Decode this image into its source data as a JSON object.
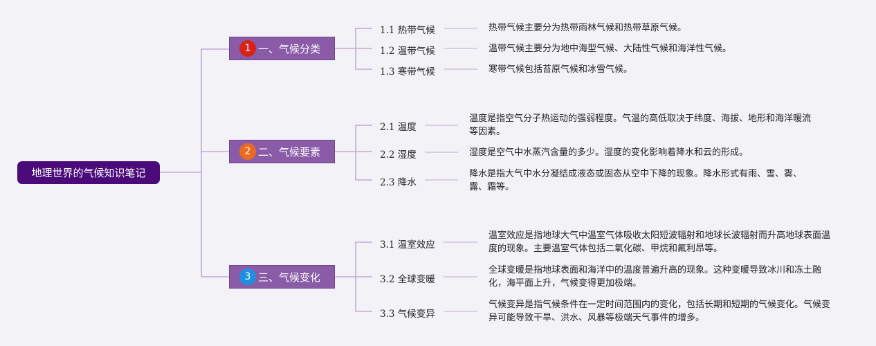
{
  "root": {
    "label": "地理世界的气候知识笔记"
  },
  "branches": [
    {
      "number": "1",
      "badge_color": "#d8231c",
      "label": "一、气候分类",
      "subs": [
        {
          "label": "1.1 热带气候",
          "desc": "热带气候主要分为热带雨林气候和热带草原气候。"
        },
        {
          "label": "1.2 温带气候",
          "desc": "温带气候主要分为地中海型气候、大陆性气候和海洋性气候。"
        },
        {
          "label": "1.3 寒带气候",
          "desc": "寒带气候包括苔原气候和冰雪气候。"
        }
      ]
    },
    {
      "number": "2",
      "badge_color": "#ec6a1f",
      "label": "二、气候要素",
      "subs": [
        {
          "label": "2.1 温度",
          "desc": "温度是指空气分子热运动的强弱程度。气温的高低取决于纬度、海拔、地形和海洋暖流等因素。"
        },
        {
          "label": "2.2 湿度",
          "desc": "湿度是空气中水蒸汽含量的多少。湿度的变化影响着降水和云的形成。"
        },
        {
          "label": "2.3 降水",
          "desc": "降水是指大气中水分凝结成液态或固态从空中下降的现象。降水形式有雨、雪、雾、露、霜等。"
        }
      ]
    },
    {
      "number": "3",
      "badge_color": "#1e90e0",
      "label": "三、气候变化",
      "subs": [
        {
          "label": "3.1 温室效应",
          "desc": "温室效应是指地球大气中温室气体吸收太阳短波辐射和地球长波辐射而升高地球表面温度的现象。主要温室气体包括二氧化碳、甲烷和氟利昂等。"
        },
        {
          "label": "3.2 全球变暖",
          "desc": "全球变暖是指地球表面和海洋中的温度普遍升高的现象。这种变暖导致冰川和冻土融化，海平面上升，气候变得更加极端。"
        },
        {
          "label": "3.3 气候变异",
          "desc": "气候变异是指气候条件在一定时间范围内的变化，包括长期和短期的气候变化。气候变异可能导致干旱、洪水、风暴等极端天气事件的增多。"
        }
      ]
    }
  ],
  "colors": {
    "connector": "#b79cd0",
    "sub_connector": "#c9b8dc"
  }
}
